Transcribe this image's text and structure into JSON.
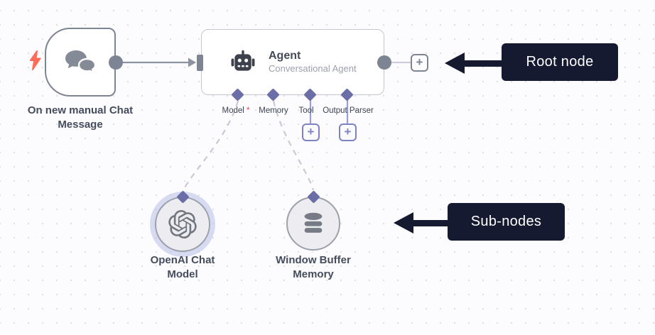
{
  "canvas": {
    "background": "#fcfcfe",
    "dot_color": "#dfe1e9"
  },
  "trigger_node": {
    "label": "On new manual Chat Message",
    "icon": "chat-bubbles-icon",
    "badge_icon": "lightning-bolt-icon"
  },
  "agent_node": {
    "title": "Agent",
    "subtitle": "Conversational Agent",
    "icon": "robot-icon",
    "ports": [
      {
        "label": "Model",
        "required_marker": "*"
      },
      {
        "label": "Memory"
      },
      {
        "label": "Tool"
      },
      {
        "label": "Output Parser"
      }
    ]
  },
  "sub_nodes": [
    {
      "label": "OpenAI Chat Model",
      "icon": "openai-logo-icon",
      "highlighted": true
    },
    {
      "label": "Window Buffer Memory",
      "icon": "database-icon",
      "highlighted": false
    }
  ],
  "annotations": {
    "root": {
      "label": "Root node"
    },
    "sub": {
      "label": "Sub-nodes"
    }
  },
  "ui": {
    "plus": "+"
  },
  "colors": {
    "node_border_gray": "#7d8492",
    "agent_border": "#c3c7d0",
    "wire_gray": "#8d93a0",
    "wire_light": "#c9ccd6",
    "wire_purple": "#9b9ed3",
    "diamond_purple": "#6a6da6",
    "plus_purple": "#7e82c4",
    "dark_navy": "#161a31",
    "coral": "#ff6d5a",
    "required_red": "#e0434c",
    "label_text": "#454c5c",
    "subtitle_text": "#9ba0ab"
  }
}
